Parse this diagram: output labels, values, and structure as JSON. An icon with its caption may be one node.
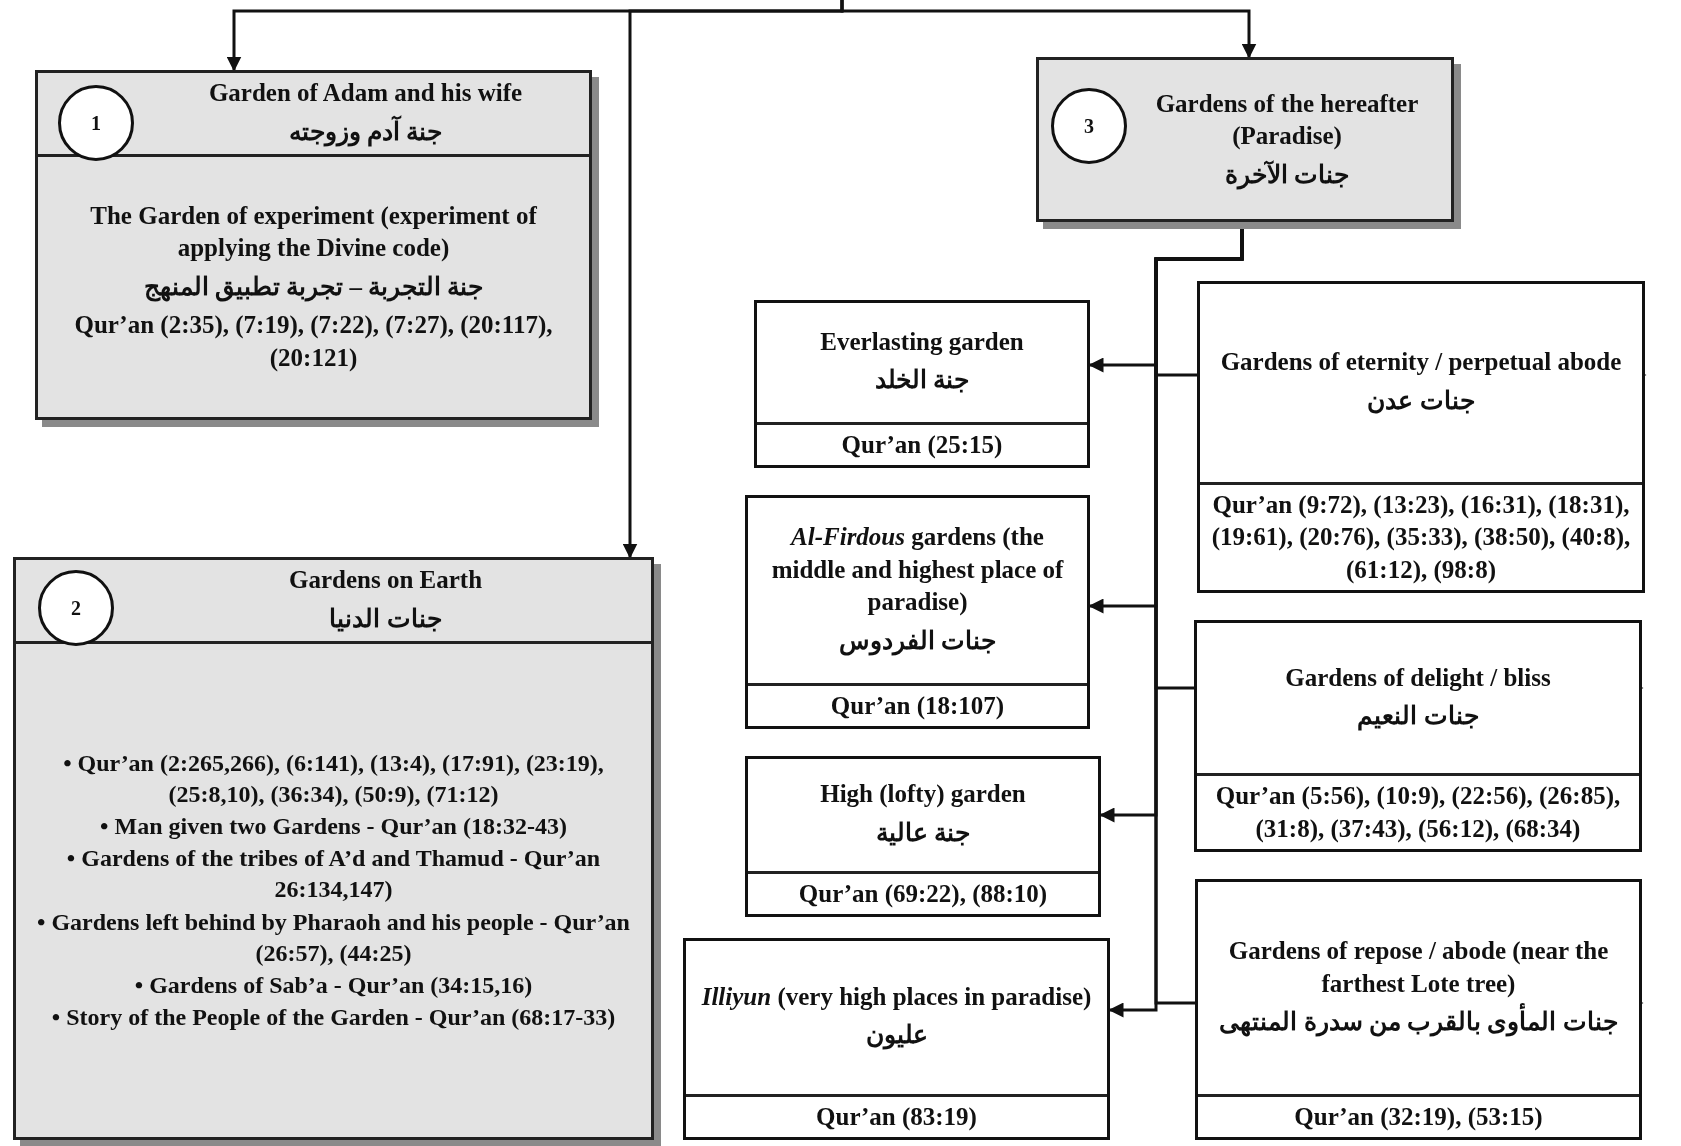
{
  "diagram": {
    "nodes": [
      {
        "text": [
          "Garden of Adam and his wife",
          "جنة آدم وزوجته",
          "The Garden of experiment (experiment of applying the Divine code)",
          "جنة التجربة – تجربة تطبيق المنهج",
          "Qur’an (2:35), (7:19), (7:22), (7:27), (20:117), (20:121)"
        ]
      },
      {
        "text": [
          "1"
        ],
        "in": 0
      },
      {
        "text": [
          "Gardens of the hereafter (Paradise)",
          "جنات الآخرة"
        ]
      },
      {
        "text": [
          "3"
        ],
        "in": 2
      },
      {
        "text": [
          "Gardens on Earth",
          "جنات الدنيا",
          "• Qur’an (2:265,266), (6:141), (13:4), (17:91), (23:19), (25:8,10), (36:34), (50:9), (71:12)",
          "• Man given two Gardens - Qur’an (18:32-43)",
          "• Gardens of the tribes of A’d and Thamud - Qur’an 26:134,147)",
          "• Gardens left behind by Pharaoh and his people - Qur’an (26:57), (44:25)",
          "• Gardens of Sab’a - Qur’an (34:15,16)",
          "• Story of the People of the Garden - Qur’an (68:17-33)"
        ]
      },
      {
        "text": [
          "2"
        ],
        "in": 4
      },
      {
        "text": [
          "Everlasting garden",
          "جنة الخلد",
          "Qur’an (25:15)"
        ]
      },
      {
        "text": [
          "Gardens of eternity / perpetual abode",
          "جنات عدن",
          "Qur’an (9:72), (13:23), (16:31), (18:31), (19:61), (20:76), (35:33), (38:50), (40:8), (61:12), (98:8)"
        ]
      },
      {
        "text": [
          "*Al-Firdous* gardens (the middle and highest place of paradise)",
          "جنات الفردوس",
          "Qur’an (18:107)"
        ]
      },
      {
        "text": [
          "Gardens of delight / bliss",
          "جنات النعيم",
          "Qur’an (5:56), (10:9), (22:56), (26:85), (31:8), (37:43), (56:12), (68:34)"
        ]
      },
      {
        "text": [
          "High (lofty) garden",
          "جنة عالية",
          "Qur’an (69:22), (88:10)"
        ]
      },
      {
        "text": [
          "Gardens of repose / abode (near the farthest Lote tree)",
          "جنات المأوى بالقرب من سدرة المنتهى",
          "Qur’an (32:19), (53:15)"
        ]
      },
      {
        "text": [
          "*Illiyun* (very high places in paradise)",
          "عليون",
          "Qur’an (83:19)"
        ]
      }
    ],
    "edges": [
      {
        "from": null,
        "to": 0,
        "arrow": "to"
      },
      {
        "from": null,
        "to": 4,
        "arrow": "to"
      },
      {
        "from": null,
        "to": 2,
        "arrow": "to"
      },
      {
        "from": 2,
        "to": 6,
        "arrow": "to"
      },
      {
        "from": 2,
        "to": 8,
        "arrow": "to"
      },
      {
        "from": 2,
        "to": 10,
        "arrow": "to"
      },
      {
        "from": 2,
        "to": 12,
        "arrow": "to"
      },
      {
        "from": 2,
        "to": 7,
        "arrow": "to"
      },
      {
        "from": 2,
        "to": 9,
        "arrow": "to"
      },
      {
        "from": 2,
        "to": 11,
        "arrow": "to"
      }
    ]
  }
}
